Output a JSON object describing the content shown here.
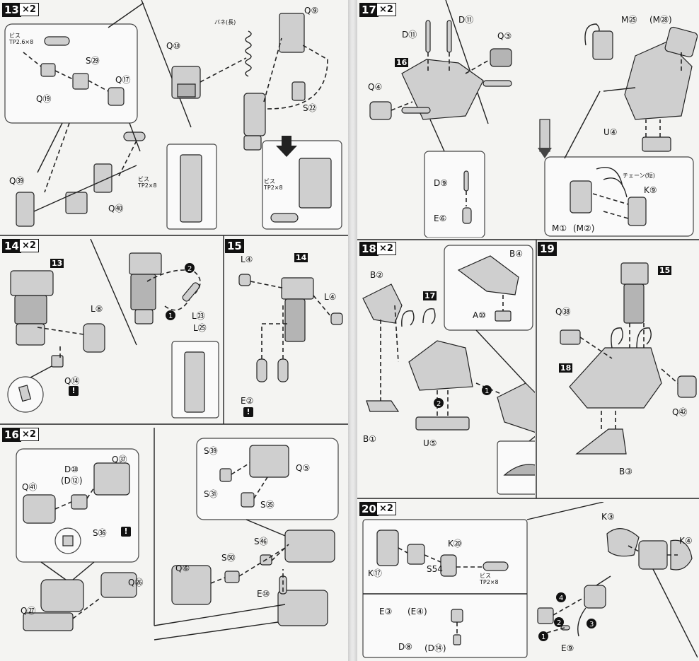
{
  "page": {
    "background": "#ededed",
    "ink": "#111111"
  },
  "steps": [
    {
      "num": "13",
      "mult": "×2",
      "labels": [
        "Q⑩",
        "Q⑨",
        "S㉙",
        "Q⑰",
        "Q⑲",
        "S㉒",
        "Q㊴",
        "Q㊵"
      ],
      "notes": {
        "spring": "バネ(長)",
        "screw1": "ビス\nTP2.6×8",
        "screw2": "ビス\nTP2×8",
        "screw3": "ビス\nTP2×8"
      }
    },
    {
      "num": "14",
      "mult": "×2",
      "labels": [
        "13",
        "L⑧",
        "L㉓",
        "L㉕",
        "Q⑭"
      ]
    },
    {
      "num": "15",
      "labels": [
        "L④",
        "14",
        "L④",
        "E②"
      ]
    },
    {
      "num": "16",
      "mult": "×2",
      "labels": [
        "Q㊲",
        "D⑩",
        "(D⑫)",
        "Q㊶",
        "S㊱",
        "Q㉖",
        "Q㉗",
        "S㊴",
        "Q⑤",
        "S㉛",
        "S㉟",
        "S㊻",
        "S㊿",
        "Q⑥",
        "E⑩"
      ]
    },
    {
      "num": "17",
      "mult": "×2",
      "labels": [
        "D⑪",
        "D⑪",
        "Q③",
        "16",
        "Q④",
        "D⑨",
        "E⑥",
        "M㉕",
        "(M㉘)",
        "U④",
        "K⑨",
        "M①",
        "(M②)"
      ],
      "notes": {
        "chain": "チェーン(短)"
      }
    },
    {
      "num": "18",
      "mult": "×2",
      "labels": [
        "B②",
        "17",
        "B④",
        "A⑩",
        "B①",
        "U⑤"
      ]
    },
    {
      "num": "19",
      "labels": [
        "15",
        "Q㊳",
        "18",
        "Q㊷",
        "B③"
      ]
    },
    {
      "num": "20",
      "mult": "×2",
      "labels": [
        "K⑳",
        "K⑰",
        "S54",
        "E③",
        "(E④)",
        "D⑧",
        "(D⑭)",
        "K③",
        "K④",
        "E⑨"
      ],
      "notes": {
        "screw": "ビス\nTP2×8"
      }
    }
  ]
}
